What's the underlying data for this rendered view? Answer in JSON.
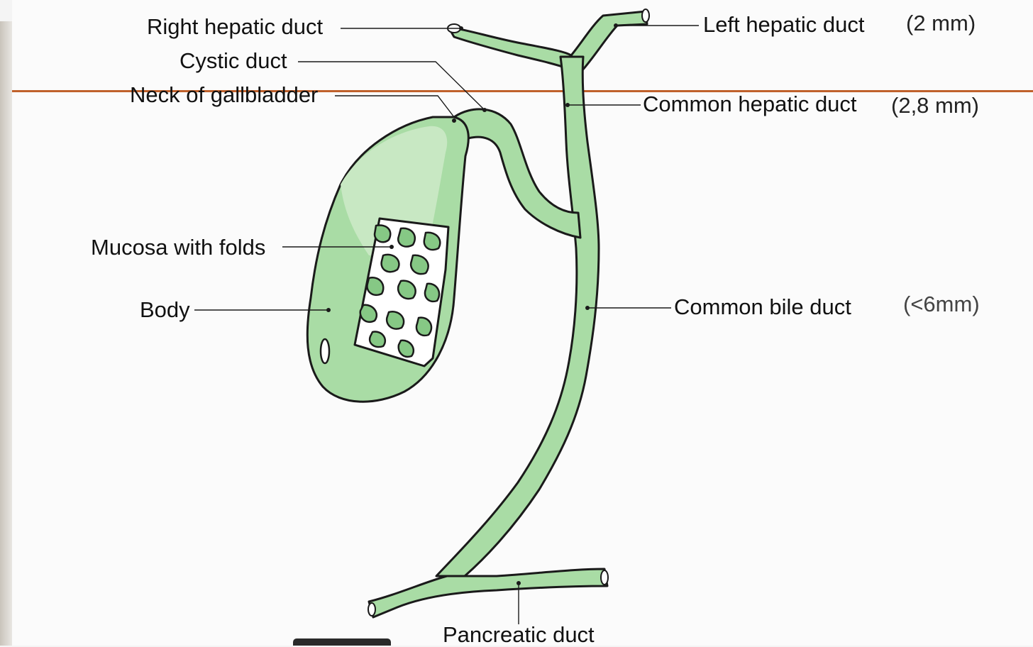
{
  "labels": {
    "right_hepatic_duct": "Right hepatic duct",
    "cystic_duct": "Cystic duct",
    "neck_of_gallbladder": "Neck of gallbladder",
    "mucosa_with_folds": "Mucosa with folds",
    "body": "Body",
    "left_hepatic_duct": "Left hepatic duct",
    "common_hepatic_duct": "Common hepatic duct",
    "common_bile_duct": "Common bile duct",
    "pancreatic_duct": "Pancreatic duct"
  },
  "measurements": {
    "left_hepatic_duct": "(2 mm)",
    "common_hepatic_duct": "(2,8 mm)",
    "common_bile_duct": "(<6mm)"
  },
  "colors": {
    "organ_fill": "#a9dca5",
    "organ_dark": "#86c885",
    "organ_light": "#c8e8c3",
    "outline": "#1a1a1a",
    "marker_line": "#c0612c"
  }
}
